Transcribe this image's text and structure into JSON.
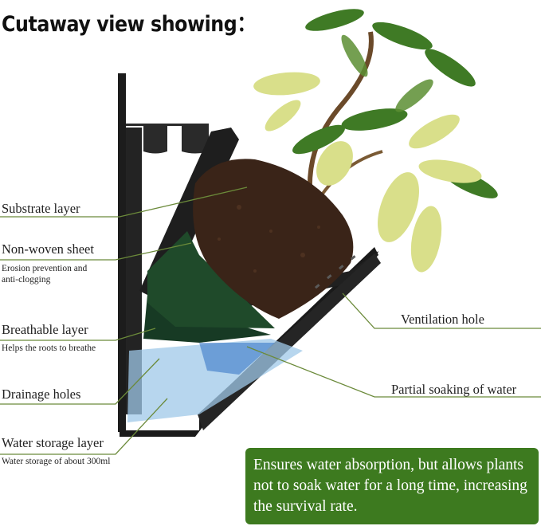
{
  "title": "Cutaway view showing：",
  "labels": {
    "substrate": "Substrate layer",
    "nonwoven": "Non-woven sheet",
    "nonwoven_sub": "Erosion prevention and",
    "nonwoven_sub2": "anti-clogging",
    "breathable": "Breathable layer",
    "breathable_sub": "Helps the roots to breathe",
    "drainage": "Drainage holes",
    "water_storage": "Water storage layer",
    "water_storage_sub": "Water storage of about 300ml",
    "ventilation": "Ventilation hole",
    "partial": "Partial soaking of water"
  },
  "callout": "Ensures water absorption, but allows plants not to soak water for a long time, increasing the survival rate.",
  "colors": {
    "callout_bg": "#3d7a1f",
    "leader_line": "#6b8a3a",
    "planter": "#1c1c1c",
    "soil": "#3a2418",
    "sheet": "#1f4a2a",
    "water": "#9fc8e8"
  }
}
